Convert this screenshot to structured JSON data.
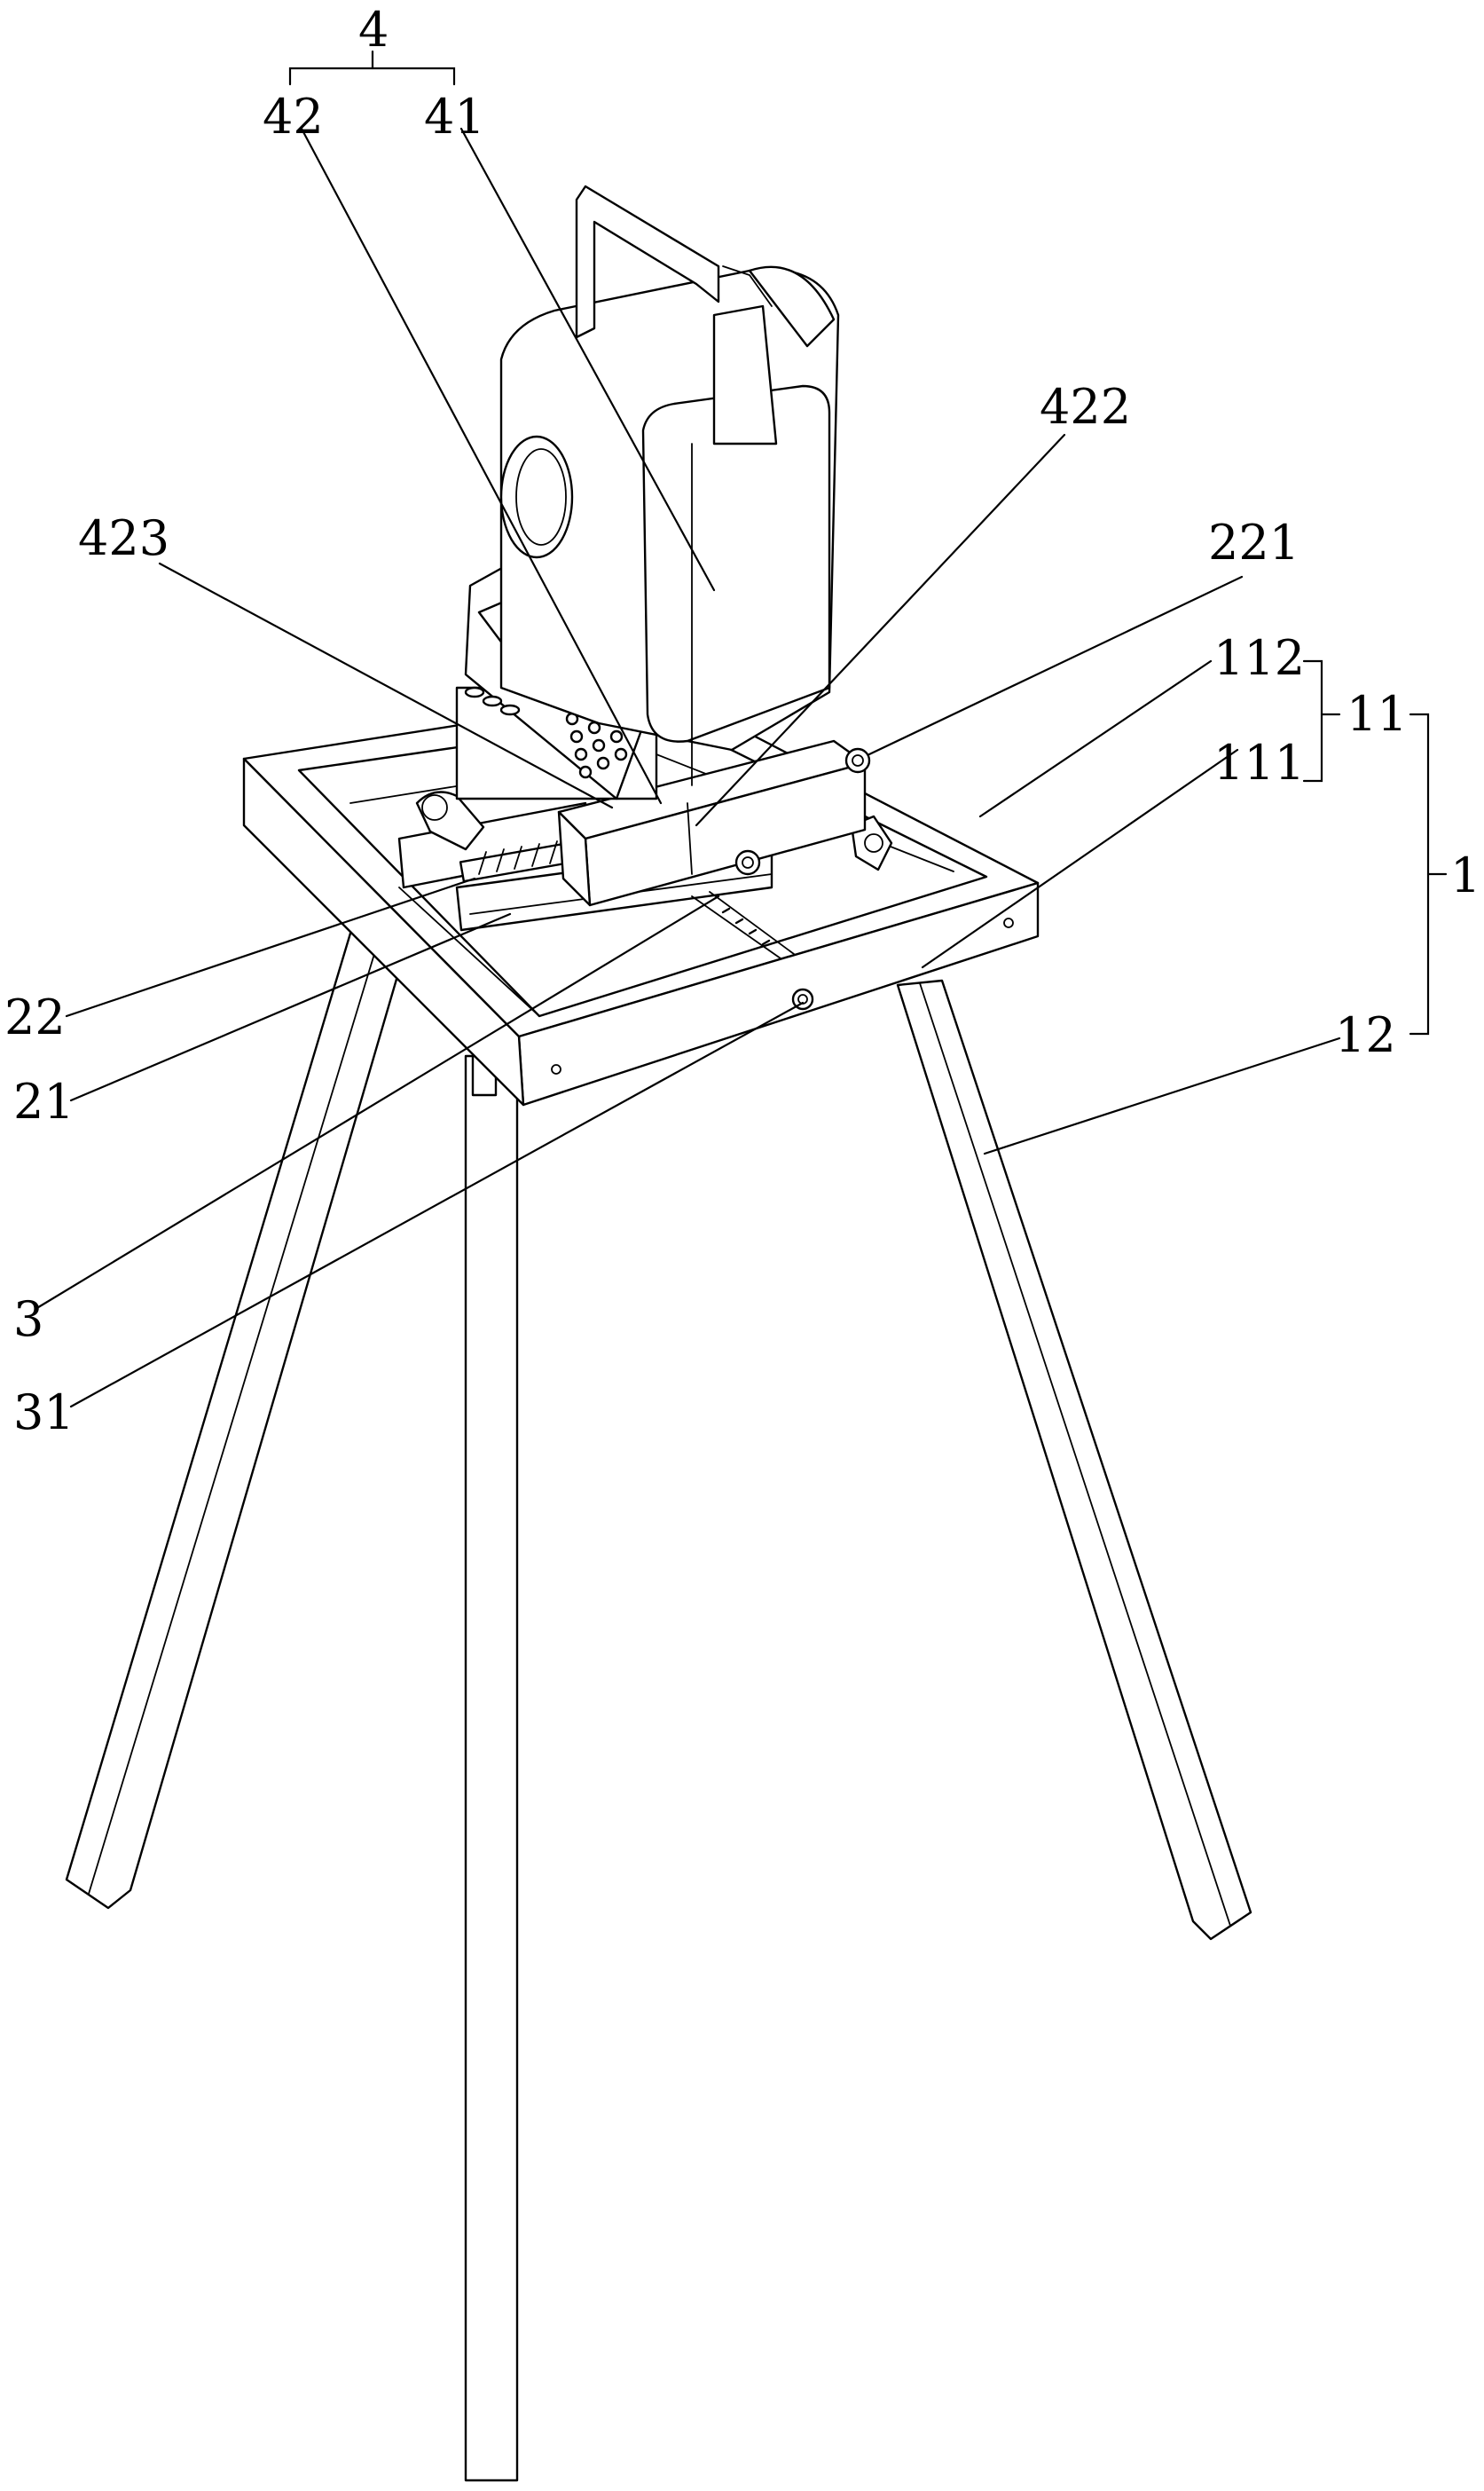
{
  "labels": {
    "l4": "4",
    "l42": "42",
    "l41": "41",
    "l422": "422",
    "l423": "423",
    "l221": "221",
    "l112": "112",
    "l11": "11",
    "l111": "111",
    "l1": "1",
    "l22": "22",
    "l21": "21",
    "l12": "12",
    "l3": "3",
    "l31": "31"
  }
}
